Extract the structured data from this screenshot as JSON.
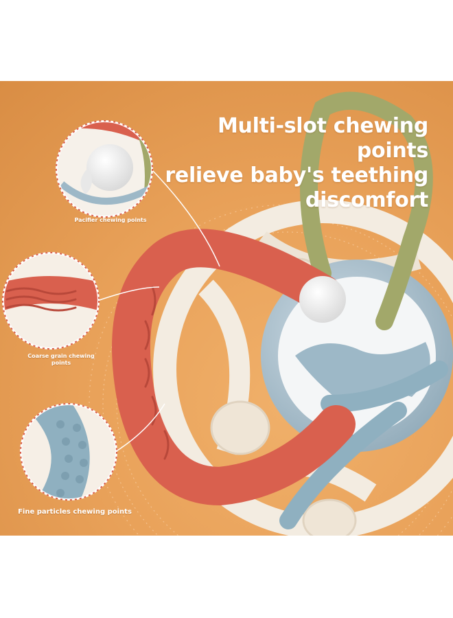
{
  "headline": {
    "line1": "Multi-slot chewing points",
    "line2": "relieve baby's teething",
    "line3": "discomfort"
  },
  "callouts": [
    {
      "label": "Pacifier chewing points"
    },
    {
      "label_line1": "Coarse grain chewing",
      "label_line2": "points"
    },
    {
      "label": "Fine particles chewing points"
    }
  ],
  "colors": {
    "background": "#e9a25a",
    "ring_cream": "#f3ece1",
    "ring_red": "#d9604e",
    "ring_green": "#a2a86a",
    "ring_blue": "#8fb0c0",
    "ball_white": "#eeeeee"
  }
}
